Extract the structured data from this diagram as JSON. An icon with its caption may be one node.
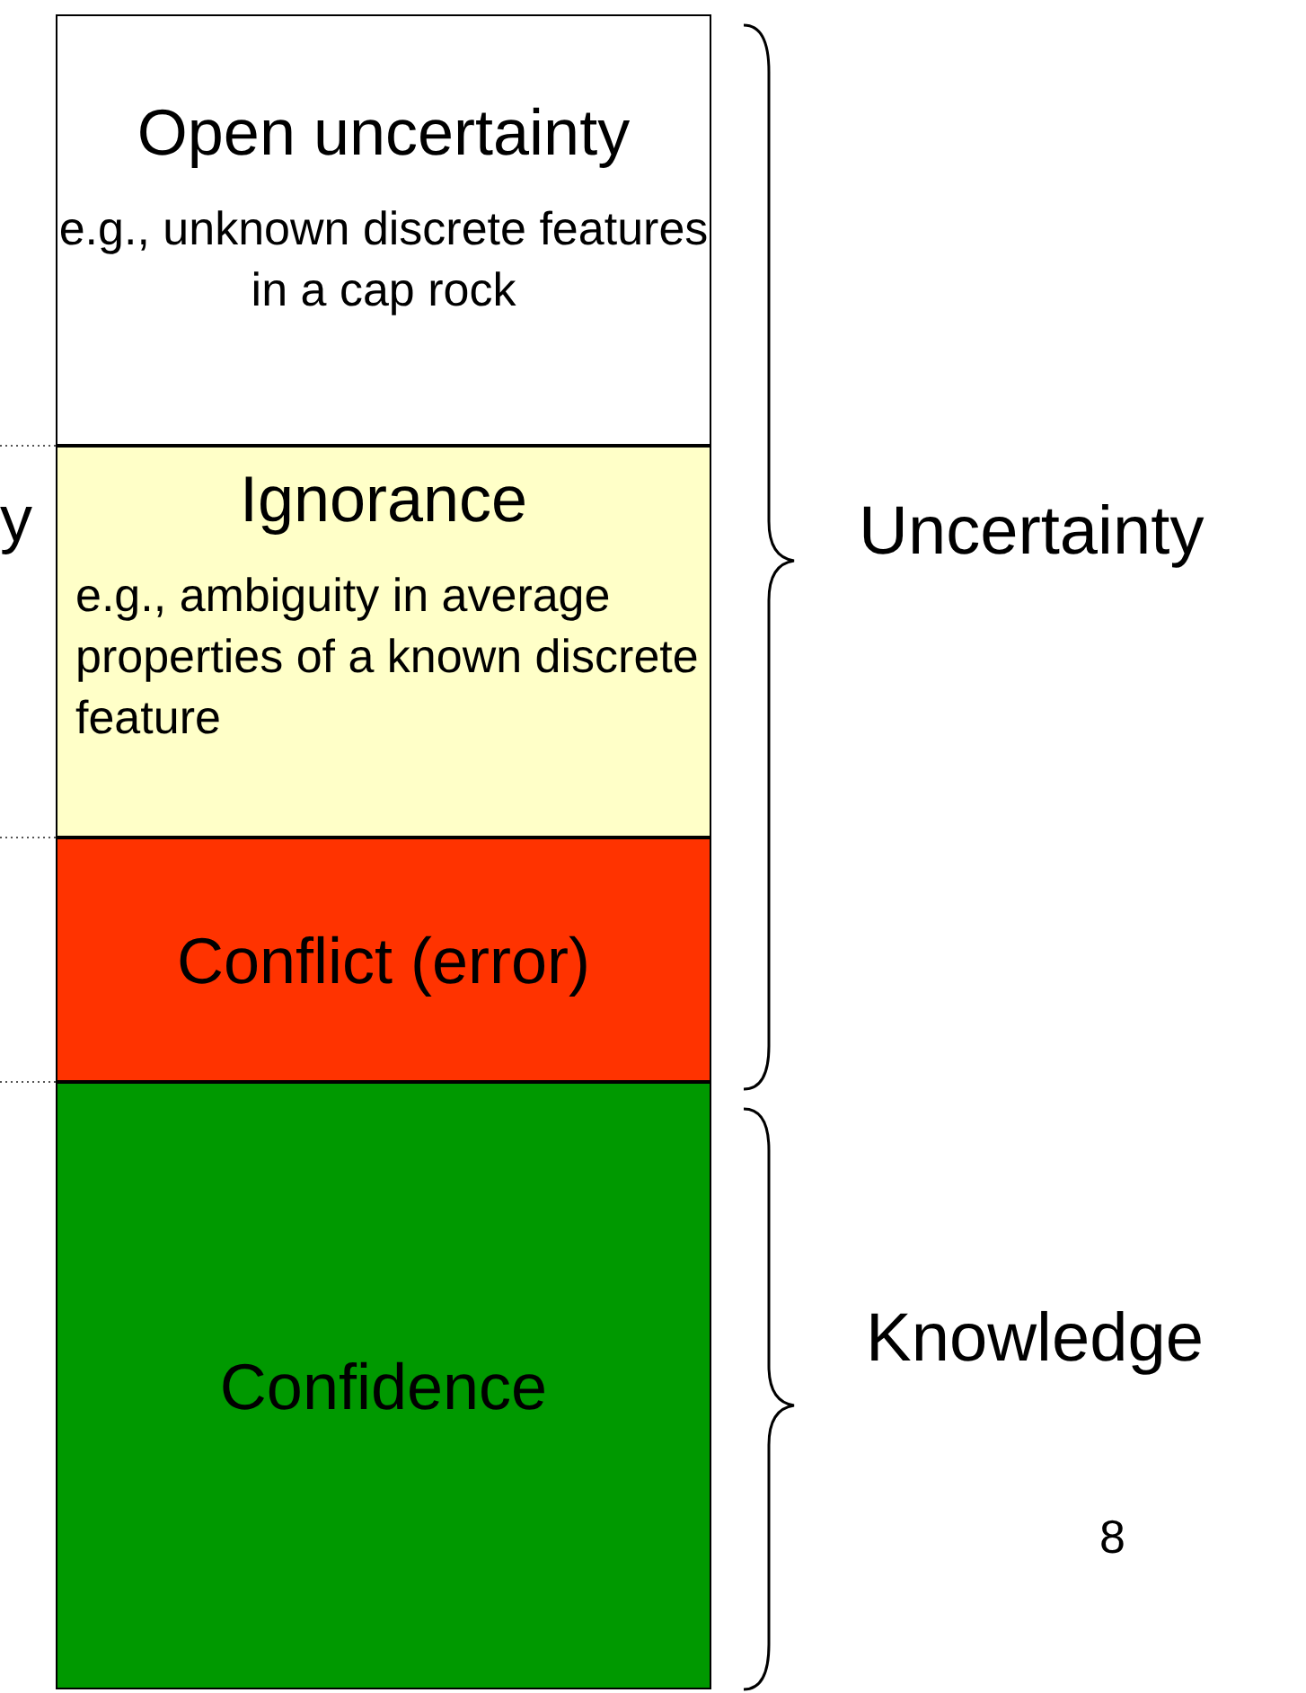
{
  "diagram": {
    "nodes": [
      {
        "text": [
          "Open uncertainty",
          "e.g., unknown discrete features in a cap rock"
        ]
      },
      {
        "text": [
          "Ignorance",
          "e.g., ambiguity in average properties of a known discrete feature"
        ]
      },
      {
        "text": [
          "Conflict (error)"
        ]
      },
      {
        "text": [
          "Confidence"
        ]
      }
    ],
    "labels": [
      "y",
      "Uncertainty",
      "Knowledge",
      "8"
    ]
  }
}
